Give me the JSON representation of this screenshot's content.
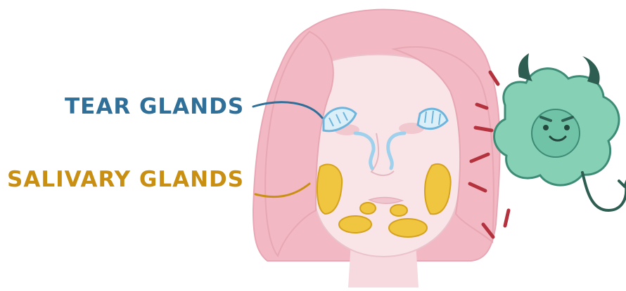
{
  "labels": {
    "tear_glands": "TEAR GLANDS",
    "salivary_glands": "SALIVARY GLANDS"
  },
  "colors": {
    "tear_label": "#2f6f98",
    "salivary_label": "#c98f12",
    "skin": "#f6dadf",
    "hair": "#f2b8c3",
    "tear_gland": "#9fd1ec",
    "salivary_gland": "#f0c53f",
    "pathogen": "#86d1b5",
    "pathogen_dark": "#3e8b76",
    "horn": "#2d5e51",
    "warning_marks": "#b3323d"
  },
  "icons": {
    "face": "human-face-illustration",
    "pathogen": "smiling-germ-icon"
  }
}
